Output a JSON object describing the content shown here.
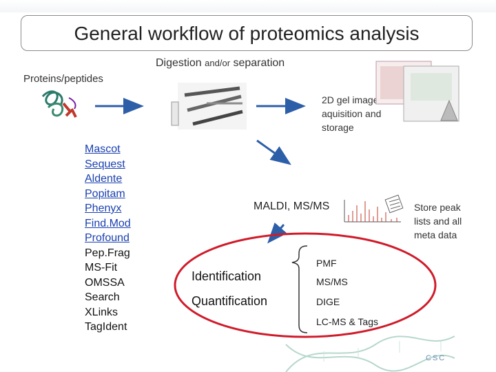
{
  "title": "General workflow of proteomics analysis",
  "digestion": {
    "main": "Digestion ",
    "small": "and/or",
    "tail": " separation"
  },
  "proteins_label": "Proteins/peptides",
  "gel_caption": [
    "2D gel image",
    "aquisition and",
    "storage"
  ],
  "tools": [
    {
      "label": "Mascot",
      "link": true
    },
    {
      "label": "Sequest",
      "link": true
    },
    {
      "label": "Aldente",
      "link": true
    },
    {
      "label": "Popitam",
      "link": true
    },
    {
      "label": "Phenyx",
      "link": true
    },
    {
      "label": "Find.Mod",
      "link": true
    },
    {
      "label": "Profound",
      "link": true
    },
    {
      "label": "Pep.Frag",
      "link": false
    },
    {
      "label": "MS-Fit",
      "link": false
    },
    {
      "label": "OMSSA",
      "link": false
    },
    {
      "label": "Search",
      "link": false
    },
    {
      "label": "XLinks",
      "link": false
    },
    {
      "label": "TagIdent",
      "link": false
    }
  ],
  "maldi_label": "MALDI, MS/MS",
  "store_label": [
    "Store peak",
    "lists and all",
    "meta data"
  ],
  "identification": "Identification",
  "quantification": "Quantification",
  "methods": [
    "PMF",
    "MS/MS",
    "DIGE",
    "LC-MS & Tags"
  ],
  "footer_logo": "CSC",
  "colors": {
    "arrow": "#2c5fa8",
    "ellipse": "#d01b2a",
    "link": "#1a3fb0"
  }
}
